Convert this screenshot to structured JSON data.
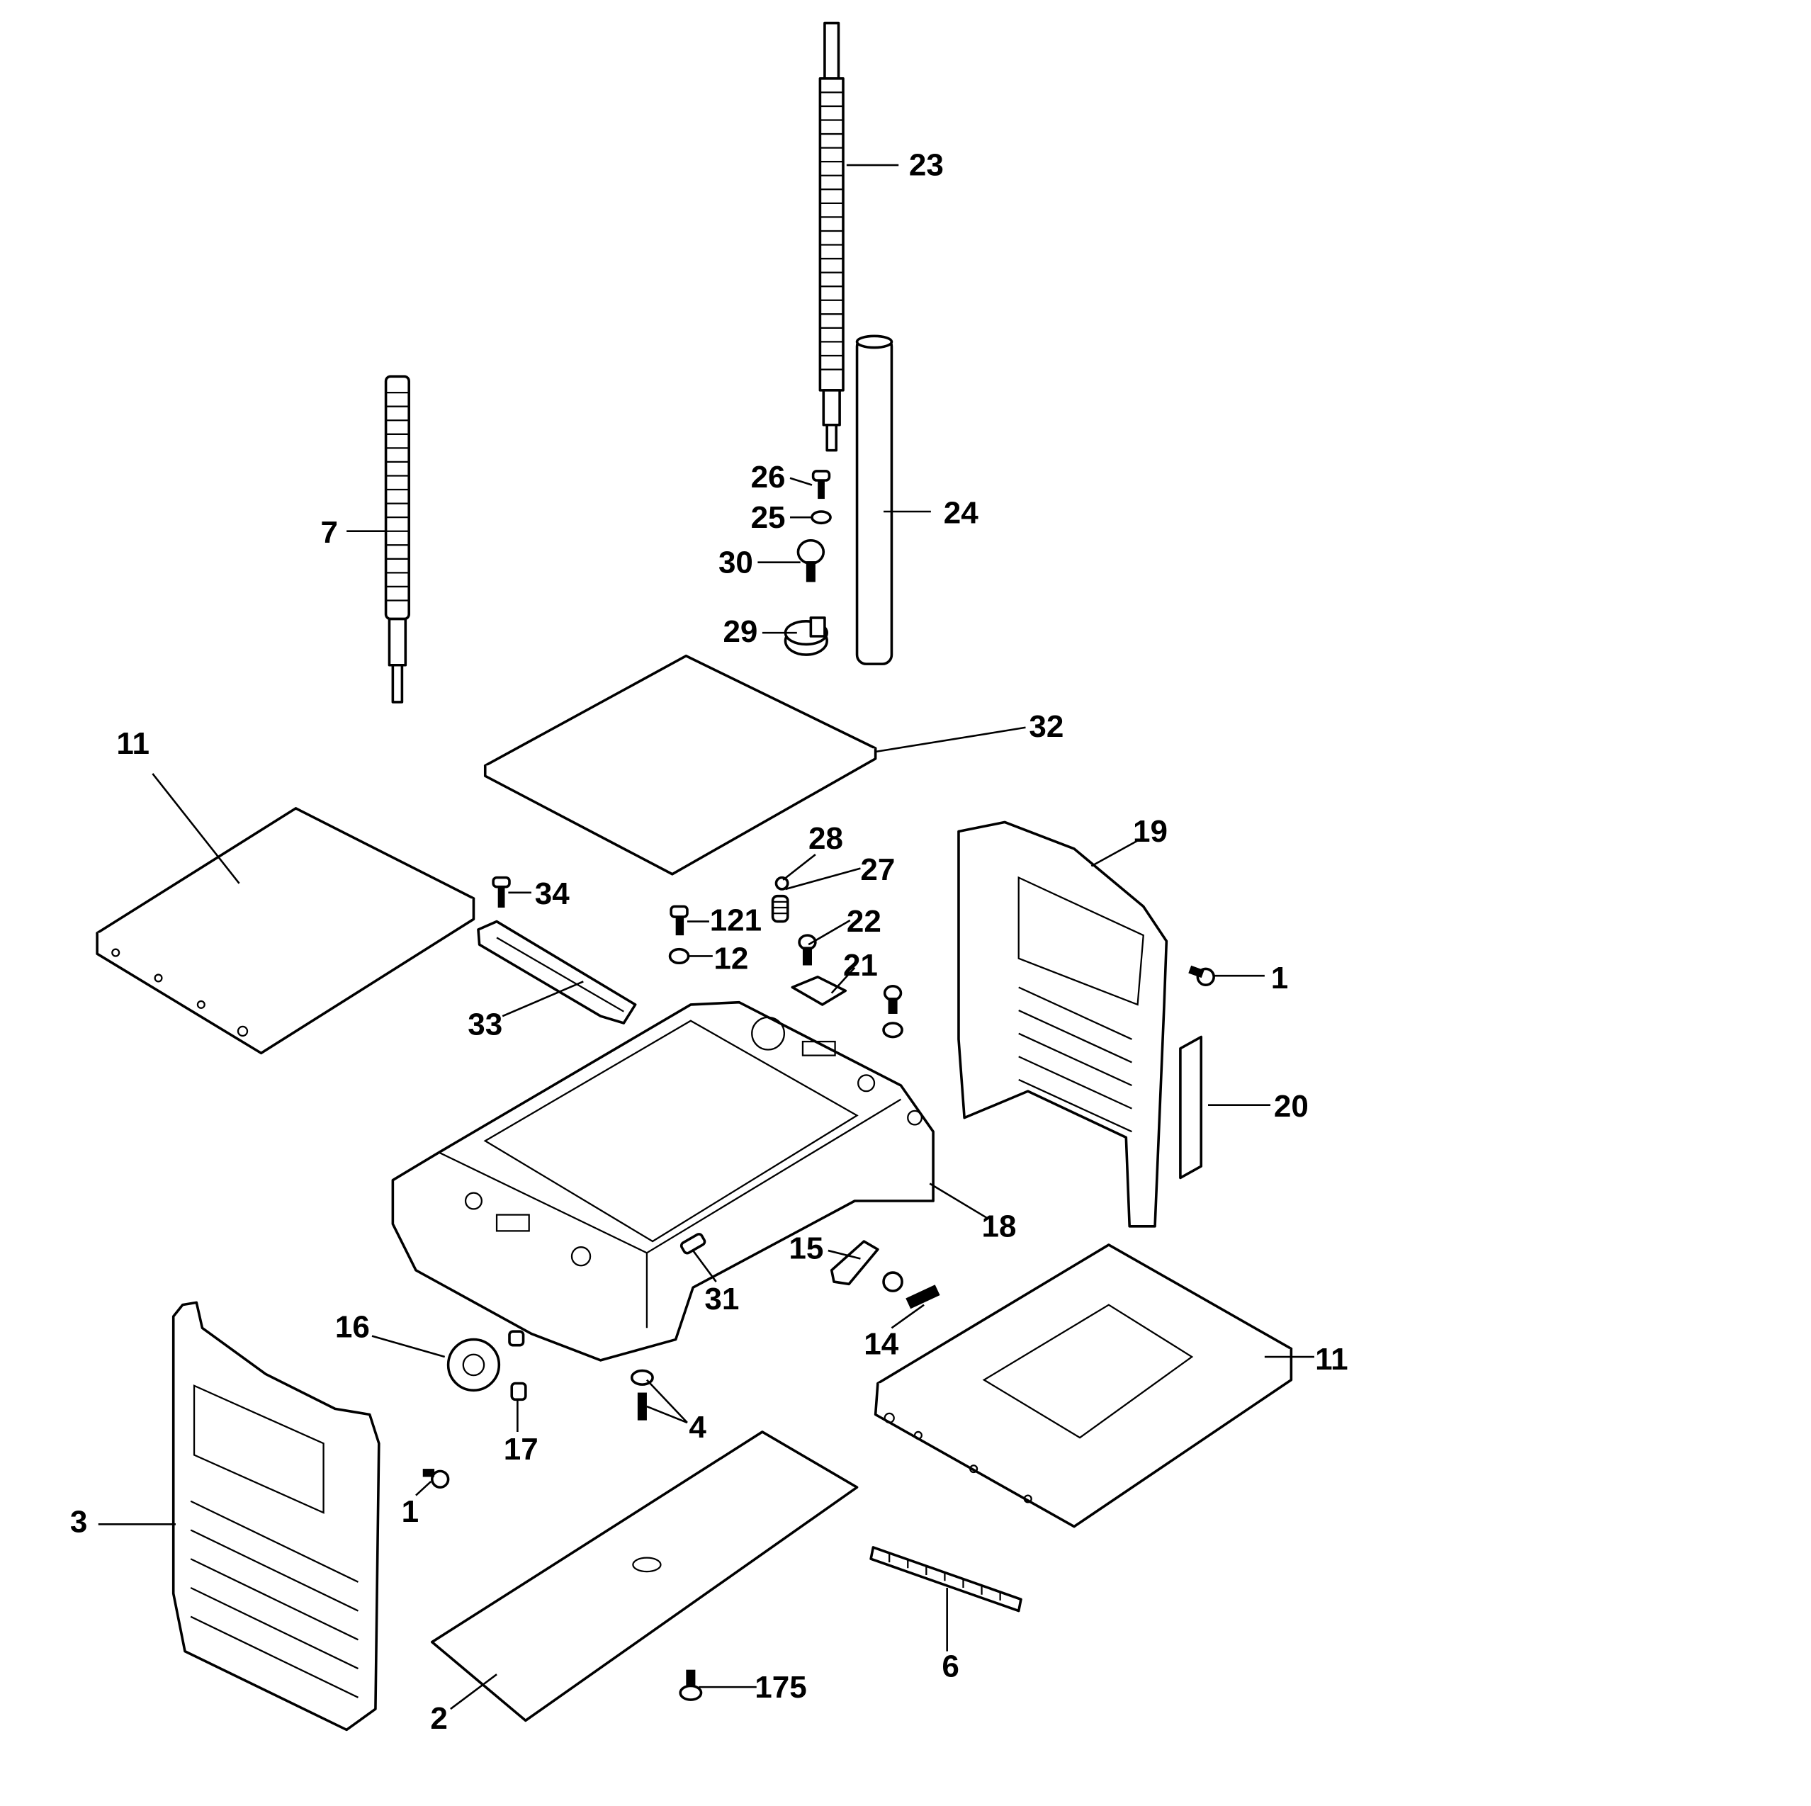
{
  "diagram": {
    "type": "exploded parts diagram",
    "colors": {
      "line": "#000000",
      "background": "#ffffff"
    },
    "labels": [
      "23",
      "7",
      "26",
      "25",
      "24",
      "30",
      "29",
      "32",
      "11",
      "28",
      "27",
      "19",
      "34",
      "121",
      "12",
      "22",
      "21",
      "1",
      "33",
      "20",
      "18",
      "15",
      "31",
      "16",
      "14",
      "11",
      "4",
      "17",
      "1",
      "3",
      "2",
      "175",
      "6"
    ]
  }
}
